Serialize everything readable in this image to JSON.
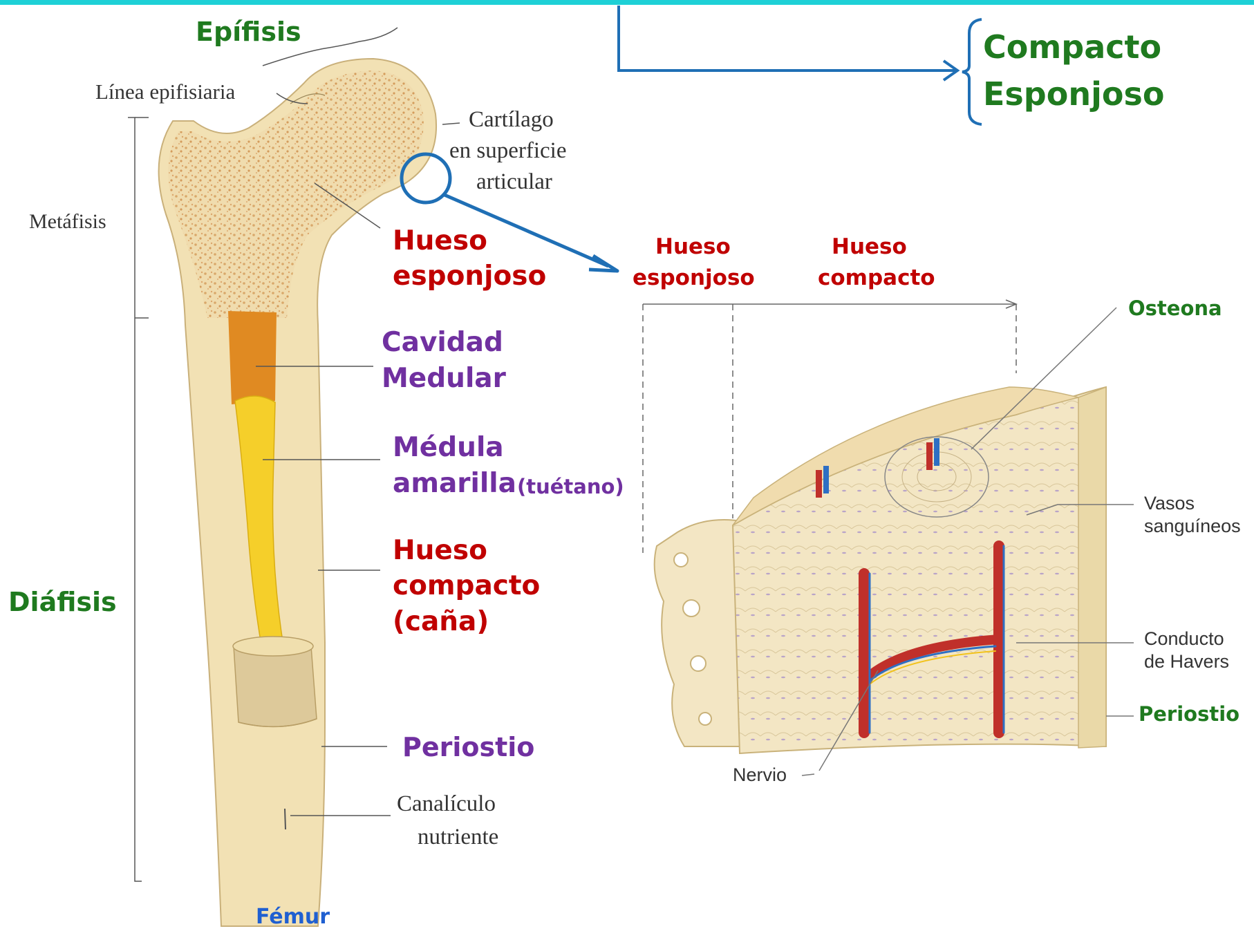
{
  "colors": {
    "top_bar": "#1ed0d6",
    "connector_blue": "#1f6fb5",
    "bone_fill": "#f2e1b4",
    "marrow_yellow": "#f5cf2a",
    "cavity_orange": "#e08a22",
    "green_text": "#1f7a1f",
    "red_text": "#c00000",
    "purple_text": "#7030a0",
    "blue_text": "#1f5fd1"
  },
  "classification": {
    "items": [
      "Compacto",
      "Esponjoso"
    ]
  },
  "femur": {
    "caption": "Fémur",
    "epifisis": "Epífisis",
    "linea_epifisiaria": "Línea epifisiaria",
    "metafisis": "Metáfisis",
    "diafisis": "Diáfisis",
    "cartilago": [
      "Cartílago",
      "en superficie",
      "articular"
    ],
    "hueso_esponjoso": [
      "Hueso",
      "esponjoso"
    ],
    "cavidad_medular": [
      "Cavidad",
      "Medular"
    ],
    "medula_amarilla": [
      "Médula",
      "amarilla"
    ],
    "tuetano": "(tuétano)",
    "hueso_compacto": [
      "Hueso",
      "compacto",
      "(caña)"
    ],
    "periostio": "Periostio",
    "canaliculo": [
      "Canalículo",
      "nutriente"
    ]
  },
  "detail": {
    "hueso_esponjoso": [
      "Hueso",
      "esponjoso"
    ],
    "hueso_compacto": [
      "Hueso",
      "compacto"
    ],
    "osteona": "Osteona",
    "vasos": [
      "Vasos",
      "sanguíneos"
    ],
    "conducto": [
      "Conducto",
      "de Havers"
    ],
    "periostio": "Periostio",
    "nervio": "Nervio"
  }
}
